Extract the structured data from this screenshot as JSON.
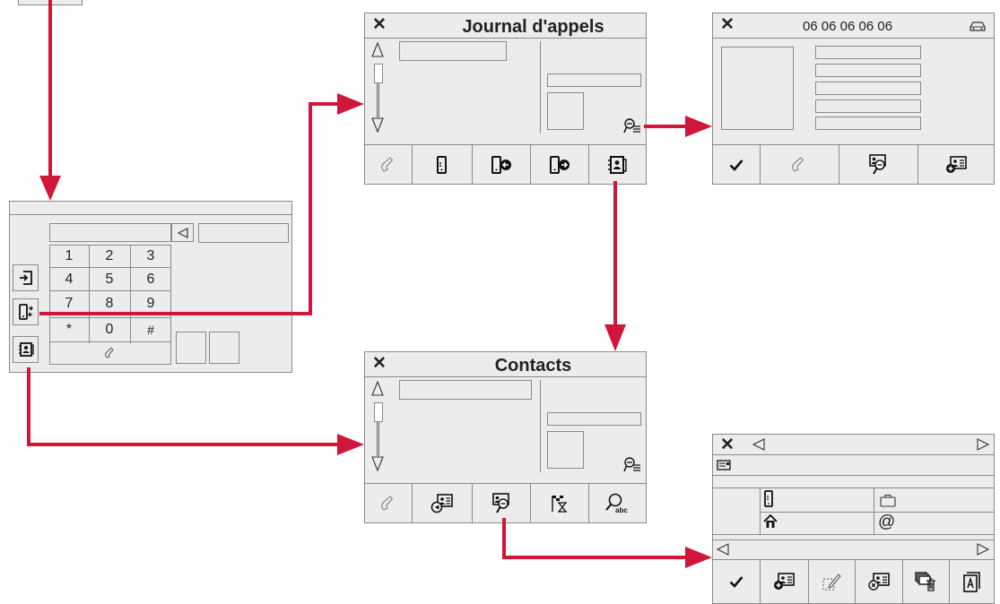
{
  "journal": {
    "title": "Journal d'appels",
    "close_symbol": "✕"
  },
  "detail": {
    "number": "06 06 06 06 06",
    "close_symbol": "✕"
  },
  "contacts": {
    "title": "Contacts",
    "close_symbol": "✕"
  },
  "contact_card": {
    "close_symbol": "✕",
    "at_symbol": "@"
  },
  "keypad": {
    "keys": [
      "1",
      "2",
      "3",
      "4",
      "5",
      "6",
      "7",
      "8",
      "9",
      "*",
      "0",
      "#"
    ]
  },
  "colors": {
    "arrow": "#d0163a",
    "screen_bg": "#ececec",
    "border": "#8a8a8a"
  },
  "icons": [
    "handset-icon",
    "mobile-phone-icon",
    "incoming-call-icon",
    "outgoing-call-icon",
    "contacts-book-icon",
    "search-list-icon",
    "check-icon",
    "contact-search-icon",
    "add-contact-icon",
    "send-contact-icon",
    "hourglass-icon",
    "search-abc-icon",
    "card-icon",
    "home-icon",
    "briefcase-icon",
    "edit-icon",
    "delete-contact-icon",
    "delete-all-icon",
    "font-icon",
    "car-icon",
    "login-icon",
    "transfer-icon"
  ]
}
